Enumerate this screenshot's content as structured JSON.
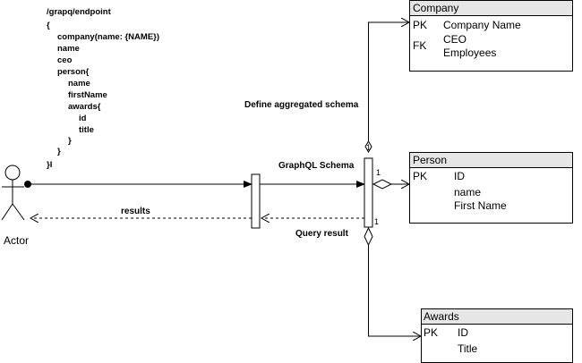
{
  "query_code": {
    "lines": [
      "/grapq/endpoint",
      "{",
      "company(name: {NAME})",
      "name",
      "ceo",
      "person{",
      "name",
      "firstName",
      "awards{",
      "id",
      "title",
      "}",
      "}",
      "}I"
    ]
  },
  "actor": {
    "label": "Actor"
  },
  "messages": {
    "results": "results",
    "graphql_schema": "GraphQL Schema",
    "query_result": "Query result",
    "define_schema": "Define aggregated schema"
  },
  "multiplicity": {
    "company": "1",
    "person": "1",
    "awards": "1"
  },
  "tables": {
    "company": {
      "title": "Company",
      "pk": "PK",
      "pk_field": "Company Name",
      "fk": "FK",
      "fields": [
        "CEO",
        "Employees"
      ]
    },
    "person": {
      "title": "Person",
      "pk": "PK",
      "pk_field": "ID",
      "fields": [
        "name",
        "First Name"
      ]
    },
    "awards": {
      "title": "Awards",
      "pk": "PK",
      "pk_field": "ID",
      "fields": [
        "Title"
      ]
    }
  },
  "colors": {
    "header": "#e6e6e6",
    "line": "#000000"
  }
}
